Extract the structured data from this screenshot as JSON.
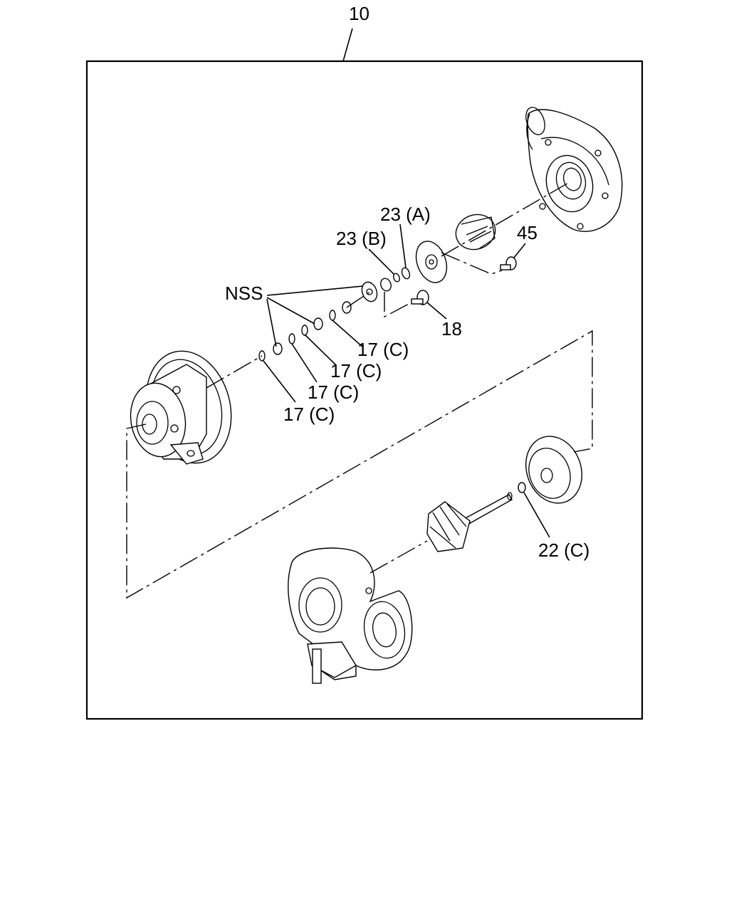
{
  "diagram": {
    "labels": {
      "assembly": "10",
      "nss": "NSS",
      "p23a": "23 (A)",
      "p23b": "23 (B)",
      "p45": "45",
      "p18": "18",
      "p17c_1": "17 (C)",
      "p17c_2": "17 (C)",
      "p17c_3": "17 (C)",
      "p17c_4": "17 (C)",
      "p22c": "22 (C)"
    },
    "colors": {
      "line": "#000000",
      "background": "#ffffff"
    }
  }
}
